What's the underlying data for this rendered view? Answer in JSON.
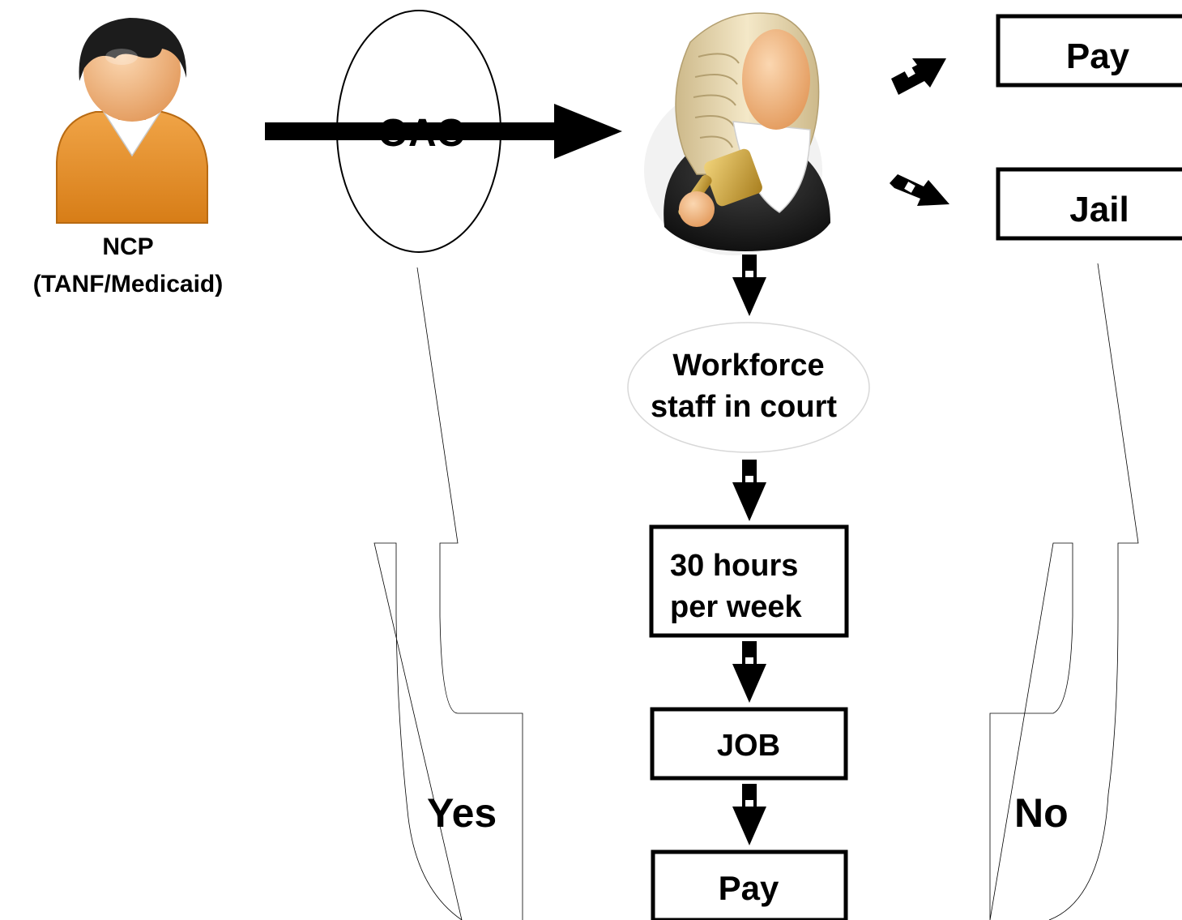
{
  "ncp": {
    "label_line1": "NCP",
    "label_line2": "(TANF/Medicaid)",
    "icon": "person-icon"
  },
  "oac": {
    "label": "OAC"
  },
  "judge": {
    "icon": "judge-icon"
  },
  "outcomes": {
    "pay": "Pay",
    "jail": "Jail"
  },
  "flow": {
    "workforce_line1": "Workforce",
    "workforce_line2": "staff in court",
    "hours_line1": "30 hours",
    "hours_line2": "per week",
    "job": "JOB",
    "pay": "Pay"
  },
  "loops": {
    "yes": "Yes",
    "no": "No"
  },
  "colors": {
    "shirt": "#e8922a",
    "skin": "#f2b27a",
    "hair": "#1c1c1c",
    "wig": "#e9d9b0",
    "gavel": "#c9a03a"
  }
}
